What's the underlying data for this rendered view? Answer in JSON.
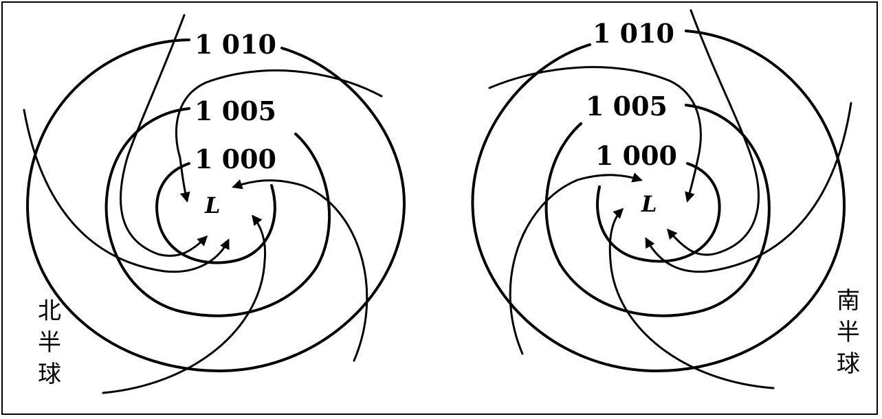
{
  "left_panel": {
    "isobar_labels": [
      "1 010",
      "1 005",
      "1 000"
    ],
    "center_label": "L",
    "hemisphere_label": "北半球"
  },
  "right_panel": {
    "isobar_labels": [
      "1 010",
      "1 005",
      "1 000"
    ],
    "center_label": "L",
    "hemisphere_label": "南半球"
  }
}
